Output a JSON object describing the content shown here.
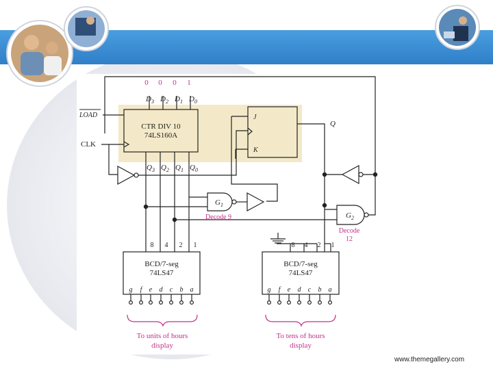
{
  "slide": {
    "footer_url": "www.themegallery.com",
    "banner_color": "#3a8fd6",
    "bubble_color": "#eef0f4"
  },
  "diagram": {
    "load_label": "LOAD",
    "clk_label": "CLK",
    "q_label": "Q",
    "j_label": "J",
    "k_label": "K",
    "ctr_line1": "CTR DIV 10",
    "ctr_line2": "74LS160A",
    "data_inputs": [
      "D",
      "D",
      "D",
      "D"
    ],
    "data_subscripts": [
      "3",
      "2",
      "1",
      "0"
    ],
    "data_values": [
      "0",
      "0",
      "0",
      "1"
    ],
    "outputs": [
      "Q",
      "Q",
      "Q",
      "Q"
    ],
    "output_subscripts": [
      "3",
      "2",
      "1",
      "0"
    ],
    "g1_label": "G",
    "g1_sub": "1",
    "g2_label": "G",
    "g2_sub": "2",
    "decode9": "Decode 9",
    "decode12_line1": "Decode",
    "decode12_line2": "12",
    "bcd_line1": "BCD/7-seg",
    "bcd_line2": "74LS47",
    "bcd_weights": [
      "8",
      "4",
      "2",
      "1"
    ],
    "segments": [
      "g",
      "f",
      "e",
      "d",
      "c",
      "b",
      "a"
    ],
    "units_caption_1": "To units of hours",
    "units_caption_2": "display",
    "tens_caption_1": "To tens of hours",
    "tens_caption_2": "display",
    "highlight_color": "#f3e9c8",
    "accent_color": "#c0308a"
  }
}
